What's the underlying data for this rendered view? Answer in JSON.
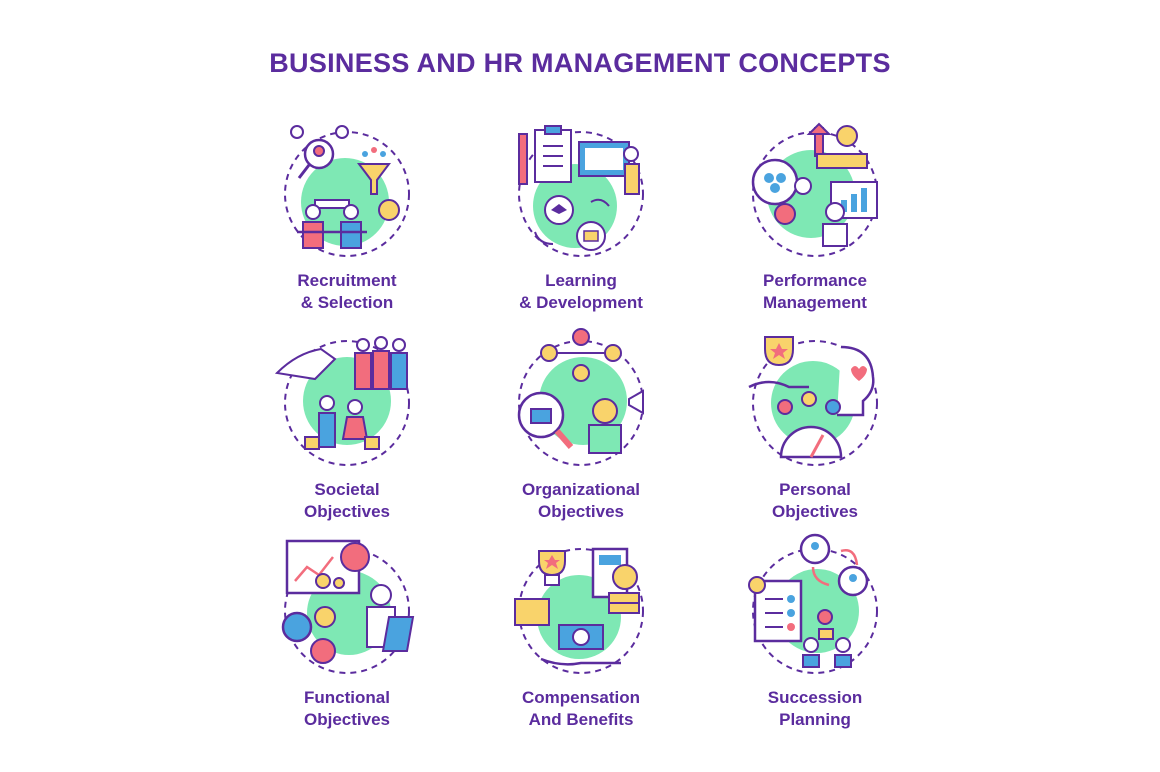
{
  "title": "BUSINESS AND HR MANAGEMENT CONCEPTS",
  "colors": {
    "title": "#5b2c9e",
    "outline": "#5b2c9e",
    "accent_green": "#7ee8b4",
    "accent_pink": "#f26d7d",
    "accent_blue": "#4aa3df",
    "accent_yellow": "#f9d36b"
  },
  "concepts": [
    {
      "line1": "Recruitment",
      "line2": "& Selection",
      "icon": "recruitment-icon"
    },
    {
      "line1": "Learning",
      "line2": "& Development",
      "icon": "learning-icon"
    },
    {
      "line1": "Performance",
      "line2": "Management",
      "icon": "performance-icon"
    },
    {
      "line1": "Societal",
      "line2": "Objectives",
      "icon": "societal-icon"
    },
    {
      "line1": "Organizational",
      "line2": "Objectives",
      "icon": "organizational-icon"
    },
    {
      "line1": "Personal",
      "line2": "Objectives",
      "icon": "personal-icon"
    },
    {
      "line1": "Functional",
      "line2": "Objectives",
      "icon": "functional-icon"
    },
    {
      "line1": "Compensation",
      "line2": "And Benefits",
      "icon": "compensation-icon"
    },
    {
      "line1": "Succession",
      "line2": "Planning",
      "icon": "succession-icon"
    }
  ]
}
